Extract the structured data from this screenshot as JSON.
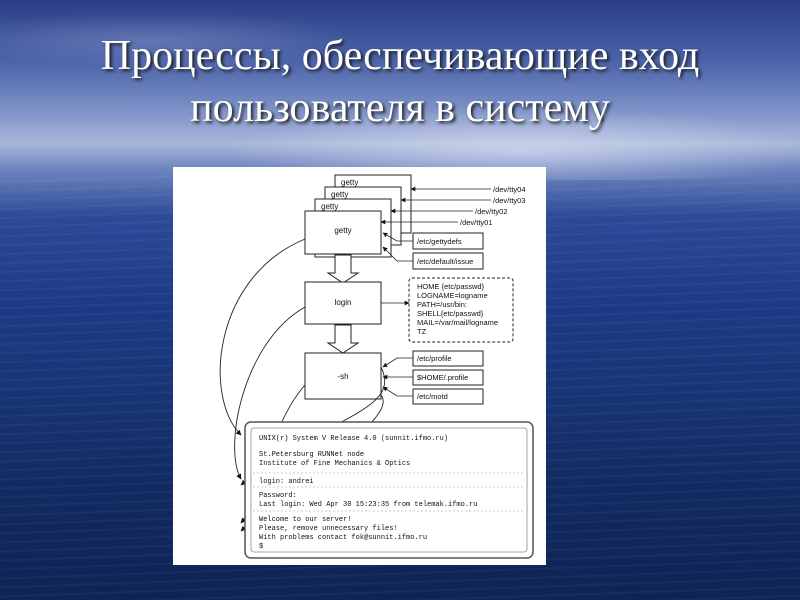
{
  "slide": {
    "title_line1": "Процессы, обеспечивающие вход",
    "title_line2": "пользователя в систему"
  },
  "diagram": {
    "stacked_getty_labels": [
      "getty",
      "getty",
      "getty"
    ],
    "ttys": [
      "/dev/tty04",
      "/dev/tty03",
      "/dev/tty02",
      "/dev/tty01"
    ],
    "processes": {
      "getty": "getty",
      "login": "login",
      "sh": "-sh"
    },
    "getty_files": [
      "/etc/gettydefs",
      "/etc/default/issue"
    ],
    "env_lines": [
      "HOME {etc/passwd}",
      "LOGNAME=logname",
      "PATH=/usr/bin:",
      "SHELL{etc/passwd}",
      "MAIL=/var/mail/logname",
      "TZ"
    ],
    "sh_files": [
      "/etc/profile",
      "$HOME/.profile",
      "/etc/motd"
    ],
    "terminal": {
      "banner": [
        "UNIX(r) System V Release 4.0 (sunnit.ifmo.ru)",
        "St.Petersburg RUNNet node",
        "Institute of Fine Mechanics & Optics"
      ],
      "login_prompt": "login: andrei",
      "password_lines": [
        "Password:",
        "Last login: Wed Apr 30 15:23:35 from telemak.ifmo.ru"
      ],
      "motd_lines": [
        "Welcome to our server!",
        "Please, remove unnecessary files!",
        "With problems contact fok@sunnit.ifmo.ru",
        "$"
      ]
    }
  }
}
